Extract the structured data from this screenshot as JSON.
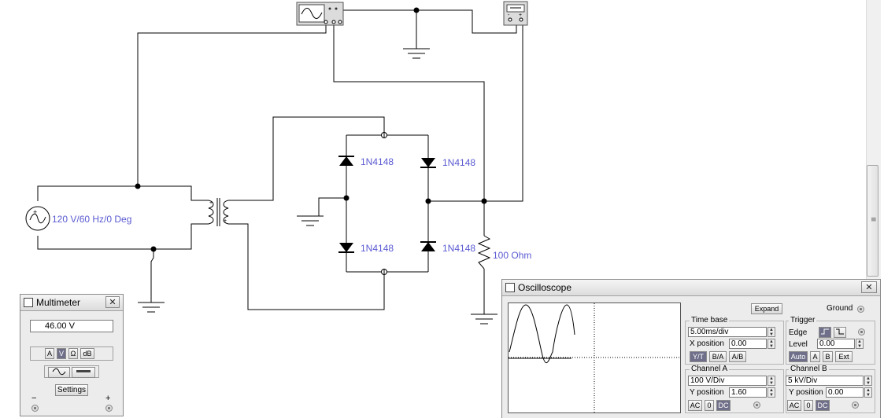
{
  "schematic": {
    "source_label": "120 V/60 Hz/0 Deg",
    "diode_labels": [
      "1N4148",
      "1N4148",
      "1N4148",
      "1N4148"
    ],
    "resistor_label": "100  Ohm"
  },
  "multimeter": {
    "title": "Multimeter",
    "close_glyph": "✕",
    "reading": "46.00  V",
    "modes": [
      "A",
      "V",
      "Ω",
      "dB"
    ],
    "active_mode": "V",
    "settings_label": "Settings",
    "minus_label": "−",
    "plus_label": "+"
  },
  "oscilloscope": {
    "title": "Oscilloscope",
    "close_glyph": "✕",
    "expand_label": "Expand",
    "ground_label": "Ground",
    "timebase": {
      "group_label": "Time base",
      "value": "5.00ms/div",
      "xpos_label": "X position",
      "xpos_value": "0.00",
      "modes": [
        "Y/T",
        "B/A",
        "A/B"
      ],
      "active_mode": "Y/T"
    },
    "trigger": {
      "group_label": "Trigger",
      "edge_label": "Edge",
      "level_label": "Level",
      "level_value": "0.00",
      "modes": [
        "Auto",
        "A",
        "B",
        "Ext"
      ],
      "active_mode": "Auto"
    },
    "channel_a": {
      "group_label": "Channel A",
      "value": "100  V/Div",
      "ypos_label": "Y position",
      "ypos_value": "1.60",
      "coupling": [
        "AC",
        "0",
        "DC"
      ],
      "active_coupling": "DC"
    },
    "channel_b": {
      "group_label": "Channel B",
      "value": "5  kV/Div",
      "ypos_label": "Y position",
      "ypos_value": "0.00",
      "coupling": [
        "AC",
        "0",
        "DC"
      ],
      "active_coupling": "DC"
    }
  }
}
